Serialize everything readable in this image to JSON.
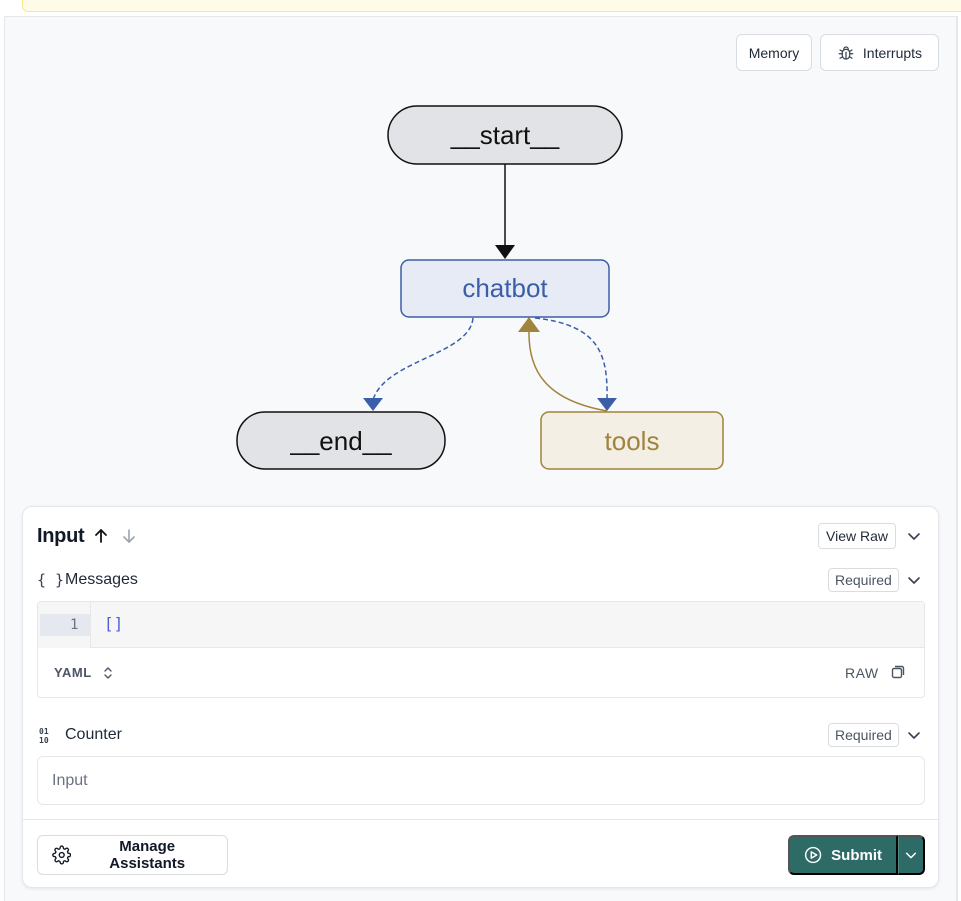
{
  "toolbar": {
    "memory_label": "Memory",
    "interrupts_label": "Interrupts"
  },
  "graph": {
    "nodes": {
      "start": "__start__",
      "chatbot": "chatbot",
      "end": "__end__",
      "tools": "tools"
    }
  },
  "input_panel": {
    "title": "Input",
    "view_raw_label": "View Raw",
    "messages": {
      "icon_text": "{ }",
      "label": "Messages",
      "required_label": "Required",
      "line_number": "1",
      "code": "[]",
      "format_label": "YAML",
      "raw_label": "RAW"
    },
    "counter": {
      "icon_text": "01\n10",
      "label": "Counter",
      "required_label": "Required",
      "placeholder": "Input"
    }
  },
  "footer": {
    "manage_label": "Manage Assistants",
    "submit_label": "Submit"
  },
  "colors": {
    "chatbot_stroke": "#3b5ea8",
    "chatbot_fill": "#e6ebf5",
    "tools_stroke": "#a0833c",
    "tools_fill": "#f3efe4",
    "terminal_fill": "#e2e3e6",
    "submit_bg": "#2f6b66"
  }
}
